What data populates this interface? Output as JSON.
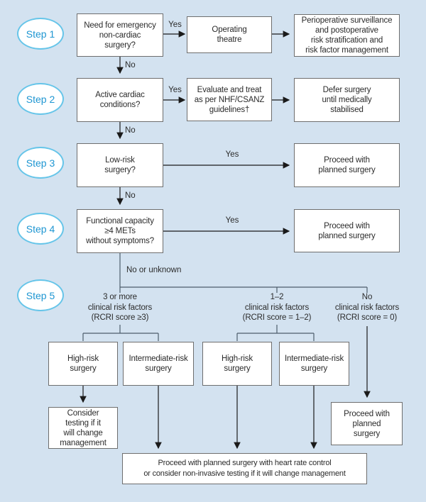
{
  "steps": [
    {
      "label": "Step 1"
    },
    {
      "label": "Step 2"
    },
    {
      "label": "Step 3"
    },
    {
      "label": "Step 4"
    },
    {
      "label": "Step 5"
    }
  ],
  "boxes": {
    "q1": "Need for emergency\nnon-cardiac\nsurgery?",
    "operating_theatre": "Operating\ntheatre",
    "perioperative": "Perioperative surveillance\nand postoperative\nrisk stratification and\nrisk factor management",
    "q2": "Active cardiac\nconditions?",
    "evaluate": "Evaluate and treat\nas per NHF/CSANZ\nguidelines†",
    "defer": "Defer surgery\nuntil medically\nstabilised",
    "q3": "Low-risk\nsurgery?",
    "proceed_row3": "Proceed with\nplanned surgery",
    "q4": "Functional capacity\n≥4 METs\nwithout symptoms?",
    "proceed_row4": "Proceed with\nplanned surgery",
    "high_risk_a": "High-risk\nsurgery",
    "intermediate_b": "Intermediate-risk\nsurgery",
    "high_risk_c": "High-risk\nsurgery",
    "intermediate_d": "Intermediate-risk\nsurgery",
    "consider_testing": "Consider\ntesting if it\nwill change\nmanagement",
    "proceed_no_risk": "Proceed with\nplanned\nsurgery",
    "proceed_bottom": "Proceed with planned surgery with heart rate control\nor consider non-invasive testing if it will change management"
  },
  "branch_labels": {
    "three_or_more": "3 or more\nclinical risk factors\n(RCRI score ≥3)",
    "one_to_two": "1–2\nclinical risk factors\n(RCRI score = 1–2)",
    "none": "No\nclinical risk factors\n(RCRI score = 0)"
  },
  "edge_labels": {
    "yes": "Yes",
    "no": "No",
    "no_or_unknown": "No or unknown"
  },
  "colors": {
    "background": "#d3e2f0",
    "step_text": "#1e96d2",
    "step_ellipse_border": "#66c5e9",
    "box_border": "#6e6e6e",
    "text": "#2b2b2b",
    "arrow": "#1a1a1a",
    "branch_line": "#4d5d6b"
  }
}
